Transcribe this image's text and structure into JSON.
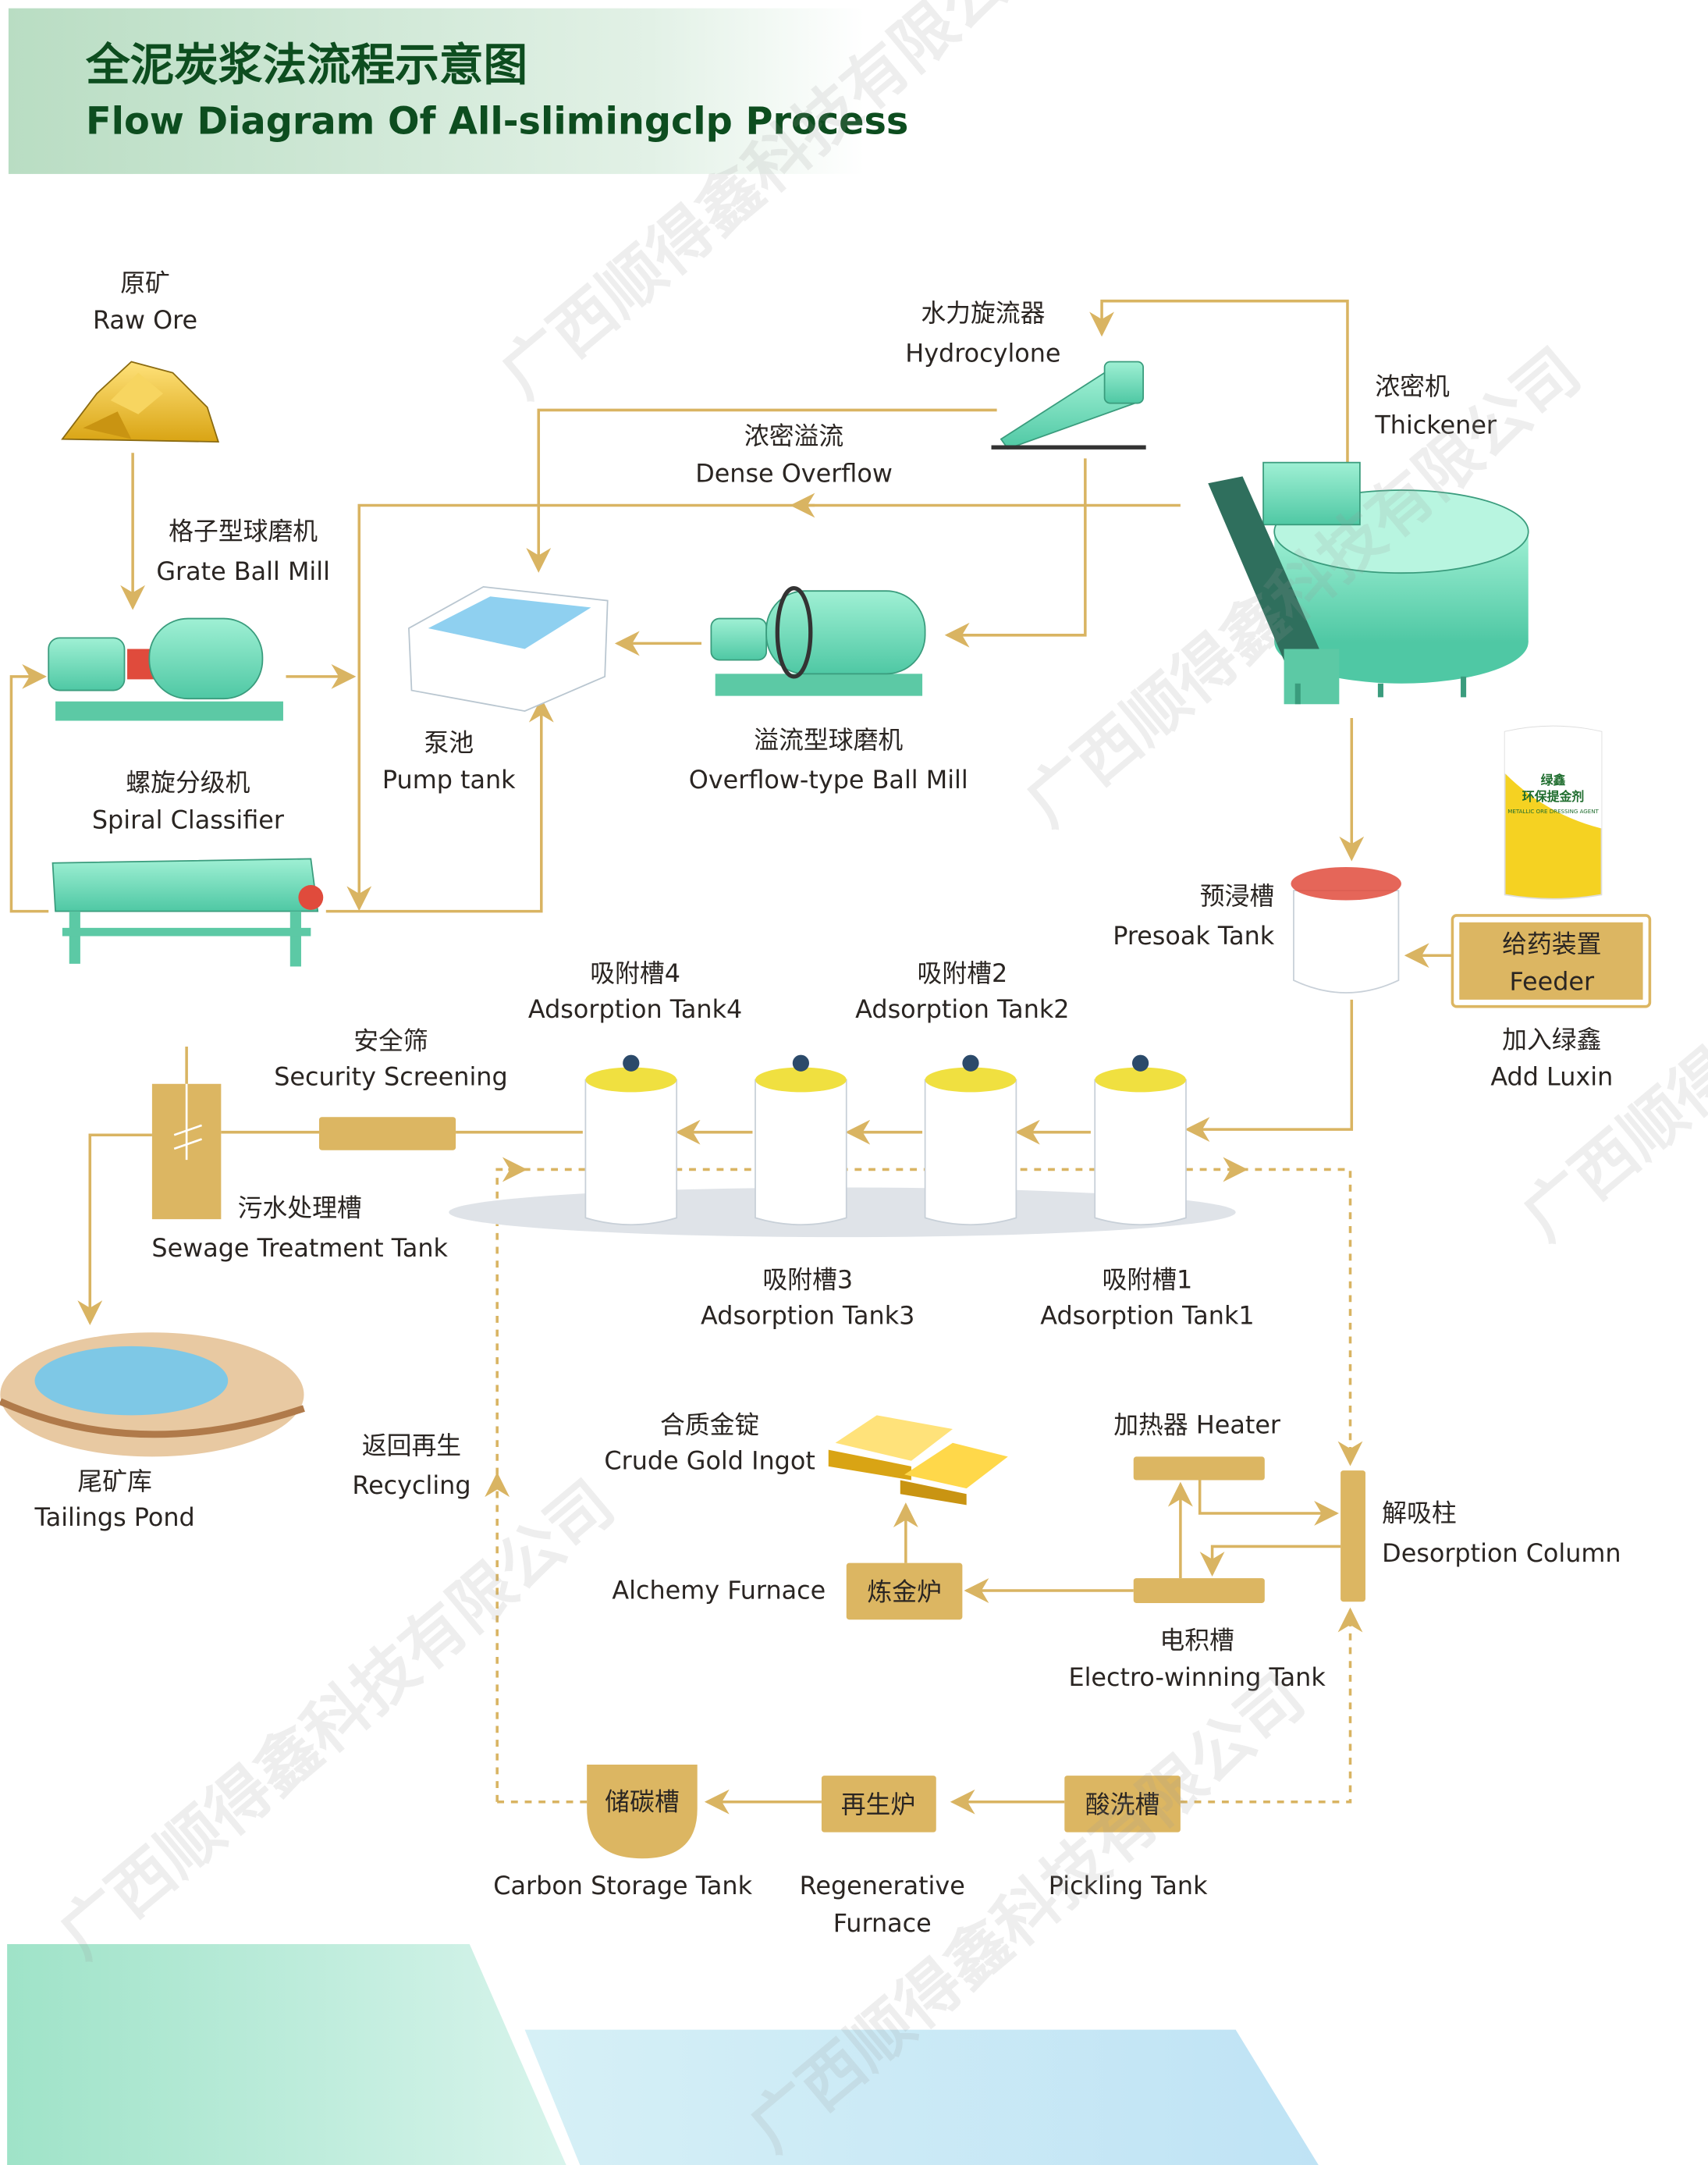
{
  "header": {
    "title_cn": "全泥炭浆法流程示意图",
    "title_en": "Flow Diagram Of All-slimingclp Process"
  },
  "colors": {
    "gold": "#dcb662",
    "title_green": "#0d4d1f",
    "equipment_teal": "#6fd9b8"
  },
  "watermark": "广西顺得鑫科技有限公司",
  "nodes": {
    "raw_ore": {
      "cn": "原矿",
      "en": "Raw Ore"
    },
    "grate_ball_mill": {
      "cn": "格子型球磨机",
      "en": "Grate Ball Mill"
    },
    "spiral_classifier": {
      "cn": "螺旋分级机",
      "en": "Spiral Classifier"
    },
    "pump_tank": {
      "cn": "泵池",
      "en": "Pump tank"
    },
    "overflow_ball_mill": {
      "cn": "溢流型球磨机",
      "en": "Overflow-type Ball Mill"
    },
    "hydrocyclone": {
      "cn": "水力旋流器",
      "en": "Hydrocylone"
    },
    "dense_overflow": {
      "cn": "浓密溢流",
      "en": "Dense Overflow"
    },
    "thickener": {
      "cn": "浓密机",
      "en": "Thickener"
    },
    "presoak_tank": {
      "cn": "预浸槽",
      "en": "Presoak Tank"
    },
    "feeder": {
      "cn": "给药装置",
      "en": "Feeder"
    },
    "add_luxin": {
      "cn": "加入绿鑫",
      "en": "Add Luxin"
    },
    "product_bag": {
      "brand": "绿鑫",
      "name": "环保提金剂",
      "sub": "METALLIC ORE DRESSING AGENT"
    },
    "adsorption_tank4": {
      "cn": "吸附槽4",
      "en": "Adsorption Tank4"
    },
    "adsorption_tank2": {
      "cn": "吸附槽2",
      "en": "Adsorption Tank2"
    },
    "adsorption_tank3": {
      "cn": "吸附槽3",
      "en": "Adsorption Tank3"
    },
    "adsorption_tank1": {
      "cn": "吸附槽1",
      "en": "Adsorption Tank1"
    },
    "security_screening": {
      "cn": "安全筛",
      "en": "Security Screening"
    },
    "sewage_treatment_tank": {
      "cn": "污水处理槽",
      "en": "Sewage Treatment Tank"
    },
    "tailings_pond": {
      "cn": "尾矿库",
      "en": "Tailings Pond"
    },
    "recycling": {
      "cn": "返回再生",
      "en": "Recycling"
    },
    "crude_gold_ingot": {
      "cn": "合质金锭",
      "en": "Crude Gold Ingot"
    },
    "heater": {
      "label": "加热器  Heater"
    },
    "desorption_column": {
      "cn": "解吸柱",
      "en": "Desorption Column"
    },
    "electro_winning_tank": {
      "cn": "电积槽",
      "en": "Electro-winning Tank"
    },
    "alchemy_furnace": {
      "cn": "炼金炉",
      "en": "Alchemy Furnace"
    },
    "carbon_storage_tank": {
      "cn": "储碳槽",
      "en": "Carbon Storage Tank"
    },
    "regenerative_furnace": {
      "cn": "再生炉",
      "en1": "Regenerative",
      "en2": "Furnace"
    },
    "pickling_tank": {
      "cn": "酸洗槽",
      "en": "Pickling Tank"
    }
  }
}
